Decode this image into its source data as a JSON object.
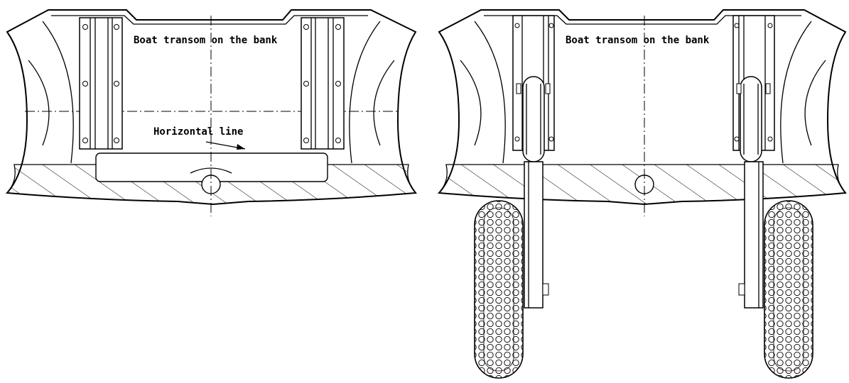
{
  "left_view": {
    "transom_label": "Boat transom on the bank",
    "horizontal_label": "Horizontal line"
  },
  "right_view": {
    "transom_label": "Boat transom on the bank"
  }
}
